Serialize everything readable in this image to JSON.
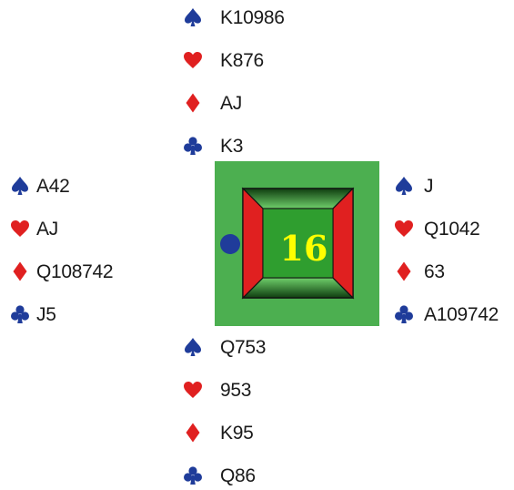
{
  "board": {
    "number": "16",
    "colors": {
      "felt": "#4caf50",
      "side_panels": "#e02020",
      "top_bottom_panels": "#2e8b2e",
      "center": "#2f9e2f",
      "number": "#ffff00",
      "dealer_marker": "#1f3c9a"
    }
  },
  "suit_colors": {
    "spades": "#1f3c9a",
    "hearts": "#e02020",
    "diamonds": "#e02020",
    "clubs": "#1f3c9a"
  },
  "hands": {
    "north": {
      "spades": "K10986",
      "hearts": "K876",
      "diamonds": "AJ",
      "clubs": "K3"
    },
    "west": {
      "spades": "A42",
      "hearts": "AJ",
      "diamonds": "Q108742",
      "clubs": "J5"
    },
    "east": {
      "spades": "J",
      "hearts": "Q1042",
      "diamonds": "63",
      "clubs": "A109742"
    },
    "south": {
      "spades": "Q753",
      "hearts": "953",
      "diamonds": "K95",
      "clubs": "Q86"
    }
  }
}
